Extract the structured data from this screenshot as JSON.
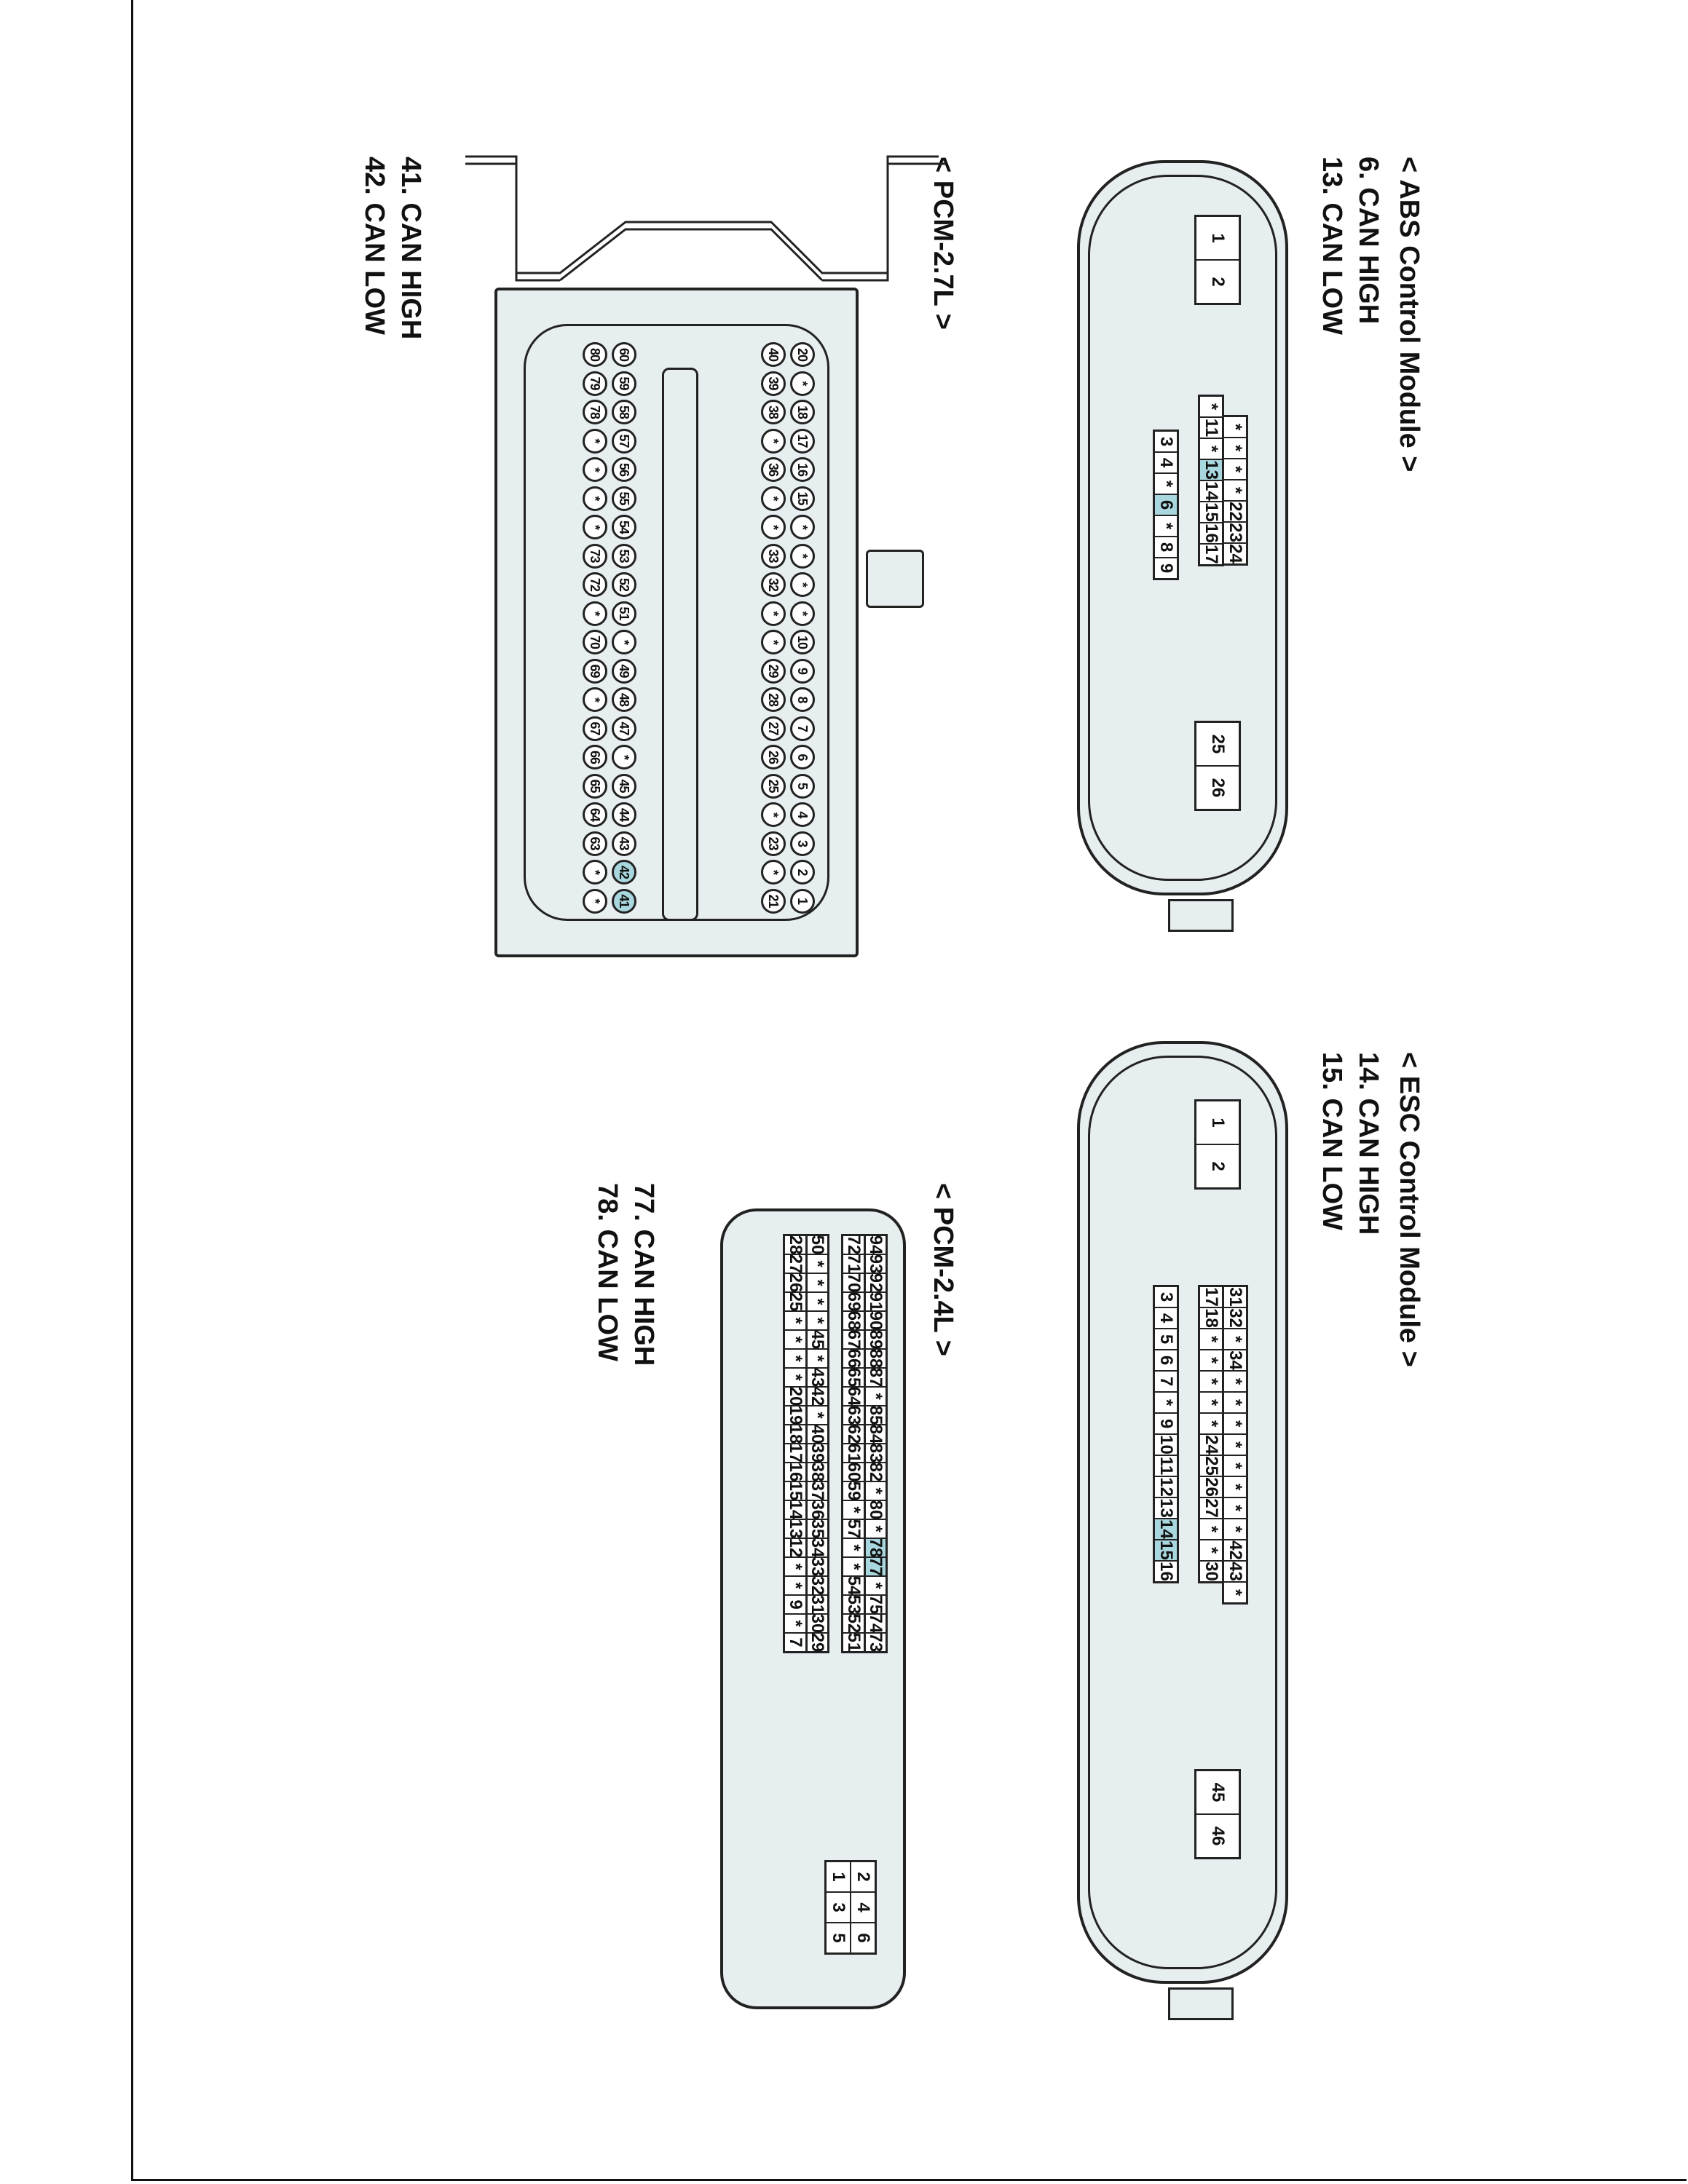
{
  "abs": {
    "title": "< ABS Control Module >",
    "note1": "6. CAN HIGH",
    "note2": "13. CAN LOW",
    "top_pins": [
      "1",
      "2"
    ],
    "grid_row1": [
      "*",
      "*",
      "*",
      "*",
      "22",
      "23",
      "24"
    ],
    "grid_row2": [
      "*",
      "11",
      "*",
      "13",
      "14",
      "15",
      "16",
      "17"
    ],
    "bottom_row": [
      "3",
      "4",
      "*",
      "6",
      "*",
      "8",
      "9"
    ],
    "side_pins": [
      "25",
      "26"
    ]
  },
  "esc": {
    "title": "< ESC Control Module >",
    "note1": "14. CAN HIGH",
    "note2": "15. CAN LOW",
    "top_pins": [
      "1",
      "2"
    ],
    "grid_row1": [
      "31",
      "32",
      "*",
      "34",
      "*",
      "*",
      "*",
      "*",
      "*",
      "*",
      "*",
      "*",
      "42",
      "43",
      "*"
    ],
    "grid_row2": [
      "17",
      "18",
      "*",
      "*",
      "*",
      "*",
      "*",
      "24",
      "25",
      "26",
      "27",
      "*",
      "*",
      "30"
    ],
    "bottom_row": [
      "3",
      "4",
      "5",
      "6",
      "7",
      "*",
      "9",
      "10",
      "11",
      "12",
      "13",
      "14",
      "15",
      "16"
    ],
    "side_pins": [
      "45",
      "46"
    ]
  },
  "pcm27": {
    "title": "< PCM-2.7L >",
    "note1": "41. CAN HIGH",
    "note2": "42. CAN LOW",
    "row1": [
      "1",
      "2",
      "3",
      "4",
      "5",
      "6",
      "7",
      "8",
      "9",
      "10",
      "*",
      "*",
      "*",
      "*",
      "15",
      "16",
      "17",
      "18",
      "*",
      "20"
    ],
    "row2": [
      "21",
      "*",
      "23",
      "*",
      "25",
      "26",
      "27",
      "28",
      "29",
      "*",
      "*",
      "32",
      "33",
      "*",
      "*",
      "36",
      "*",
      "38",
      "39",
      "40"
    ],
    "row3": [
      "41",
      "42",
      "43",
      "44",
      "45",
      "*",
      "47",
      "48",
      "49",
      "*",
      "51",
      "52",
      "53",
      "54",
      "55",
      "56",
      "57",
      "58",
      "59",
      "60"
    ],
    "row4": [
      "*",
      "*",
      "63",
      "64",
      "65",
      "66",
      "67",
      "*",
      "69",
      "70",
      "*",
      "72",
      "73",
      "*",
      "*",
      "*",
      "*",
      "78",
      "79",
      "80"
    ]
  },
  "pcm24": {
    "title": "< PCM-2.4L >",
    "note1": "77. CAN HIGH",
    "note2": "78. CAN LOW",
    "row1": [
      "94",
      "93",
      "92",
      "91",
      "90",
      "89",
      "88",
      "87",
      "*",
      "85",
      "84",
      "83",
      "82",
      "*",
      "80",
      "*",
      "78",
      "77",
      "*",
      "75",
      "74",
      "73"
    ],
    "row2": [
      "72",
      "71",
      "70",
      "69",
      "68",
      "67",
      "66",
      "65",
      "64",
      "63",
      "62",
      "61",
      "60",
      "59",
      "*",
      "57",
      "*",
      "*",
      "54",
      "53",
      "52",
      "51"
    ],
    "row3": [
      "50",
      "*",
      "*",
      "*",
      "*",
      "45",
      "*",
      "43",
      "42",
      "*",
      "40",
      "39",
      "38",
      "37",
      "36",
      "35",
      "34",
      "33",
      "32",
      "31",
      "30",
      "29"
    ],
    "row4": [
      "28",
      "27",
      "26",
      "25",
      "*",
      "*",
      "*",
      "*",
      "20",
      "19",
      "18",
      "17",
      "16",
      "15",
      "14",
      "13",
      "12",
      "*",
      "*",
      "9",
      "*",
      "7"
    ],
    "small_top": [
      "6",
      "5"
    ],
    "small_mid": [
      "4",
      "3"
    ],
    "small_bot": [
      "2",
      "1"
    ]
  },
  "colors": {
    "highlight": "#a9d7df",
    "body": "#e7eef0",
    "line": "#222222"
  }
}
